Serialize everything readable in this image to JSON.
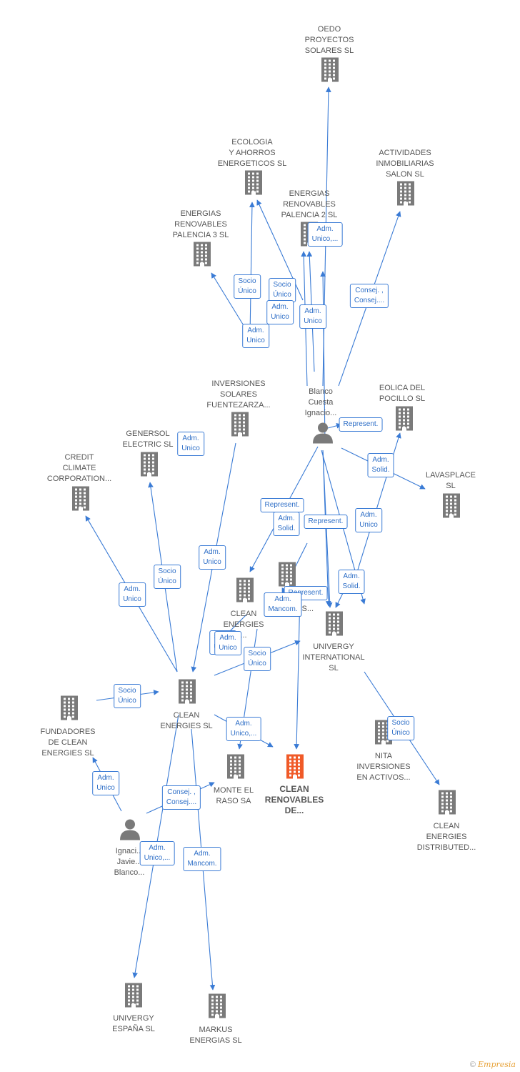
{
  "colors": {
    "edge": "#3a7bd5",
    "building": "#7a7a7a",
    "main_building": "#f05a28",
    "person": "#7a7a7a"
  },
  "nodes": [
    {
      "id": "oedo",
      "type": "company",
      "label": "OEDO\nPROYECTOS\nSOLARES  SL"
    },
    {
      "id": "ecologia",
      "type": "company",
      "label": "ECOLOGIA\nY AHORROS\nENERGETICOS SL"
    },
    {
      "id": "actividades",
      "type": "company",
      "label": "ACTIVIDADES\nINMOBILIARIAS\nSALON SL"
    },
    {
      "id": "palencia2",
      "type": "company",
      "label": "ENERGIAS\nRENOVABLES\nPALENCIA 2 SL"
    },
    {
      "id": "palencia3",
      "type": "company",
      "label": "ENERGIAS\nRENOVABLES\nPALENCIA 3 SL"
    },
    {
      "id": "inversiones",
      "type": "company",
      "label": "INVERSIONES\nSOLARES\nFUENTEZARZA..."
    },
    {
      "id": "blanco",
      "type": "person",
      "label": "Blanco\nCuesta\nIgnacio..."
    },
    {
      "id": "eolica",
      "type": "company",
      "label": "EOLICA DEL\nPOCILLO SL"
    },
    {
      "id": "genersol",
      "type": "company",
      "label": "GENERSOL\nELECTRIC  SL"
    },
    {
      "id": "credit",
      "type": "company",
      "label": "CREDIT\nCLIMATE\nCORPORATION..."
    },
    {
      "id": "lavasplace",
      "type": "company",
      "label": "LAVASPLACE\nSL"
    },
    {
      "id": "cleanenergies2",
      "type": "company",
      "label": "CLEAN\nENERGIES\n..."
    },
    {
      "id": "harinas",
      "type": "company",
      "label": "E...\nHARINAS..."
    },
    {
      "id": "univergyint",
      "type": "company",
      "label": "UNIVERGY\nINTERNATIONAL\nSL"
    },
    {
      "id": "cleanenergies",
      "type": "company",
      "label": "CLEAN\nENERGIES SL"
    },
    {
      "id": "fundadores",
      "type": "company",
      "label": "FUNDADORES\nDE CLEAN\nENERGIES SL"
    },
    {
      "id": "nita",
      "type": "company",
      "label": "NITA\nINVERSIONES\nEN ACTIVOS..."
    },
    {
      "id": "montel",
      "type": "company",
      "label": "MONTE EL\nRASO SA"
    },
    {
      "id": "main",
      "type": "main",
      "label": "CLEAN\nRENOVABLES\nDE..."
    },
    {
      "id": "distributed",
      "type": "company",
      "label": "CLEAN\nENERGIES\nDISTRIBUTED..."
    },
    {
      "id": "ignacio",
      "type": "person",
      "label": "Ignaci...\nJavie...\nBlanco..."
    },
    {
      "id": "univergyesp",
      "type": "company",
      "label": "UNIVERGY\nESPAÑA  SL"
    },
    {
      "id": "markus",
      "type": "company",
      "label": "MARKUS\nENERGIAS SL"
    }
  ],
  "edge_labels": [
    "Adm.\nUnico,...",
    "Socio\nÚnico",
    "Adm.\nUnico",
    "Socio\nÚnico",
    "Adm.\nUnico",
    "Adm.\nUnico",
    "Consej. ,\nConsej....",
    "Represent.",
    "Adm.\nUnico",
    "Adm.\nSolid.",
    "Represent.",
    "Adm.\nSolid.",
    "Represent.",
    "Adm.\nUnico",
    "Adm.\nUnico",
    "Socio\nÚnico",
    "Adm.\nUnico",
    "Adm.\nSolid.",
    "Represent.",
    "Adm.\nMancom.",
    "Adm.\nMancom.",
    "Socio\nÚnico",
    "Socio\nÚnico",
    "Socio\nÚnico",
    "Adm.\nUnico,...",
    "Socio\nÚnico",
    "Adm.\nUnico",
    "Adm.\nUnico",
    "Consej. ,\nConsej....",
    "Adm.\nUnico,...",
    "Adm.\nMancom."
  ],
  "footer": {
    "copyright": "©",
    "brand": "Empresia"
  }
}
